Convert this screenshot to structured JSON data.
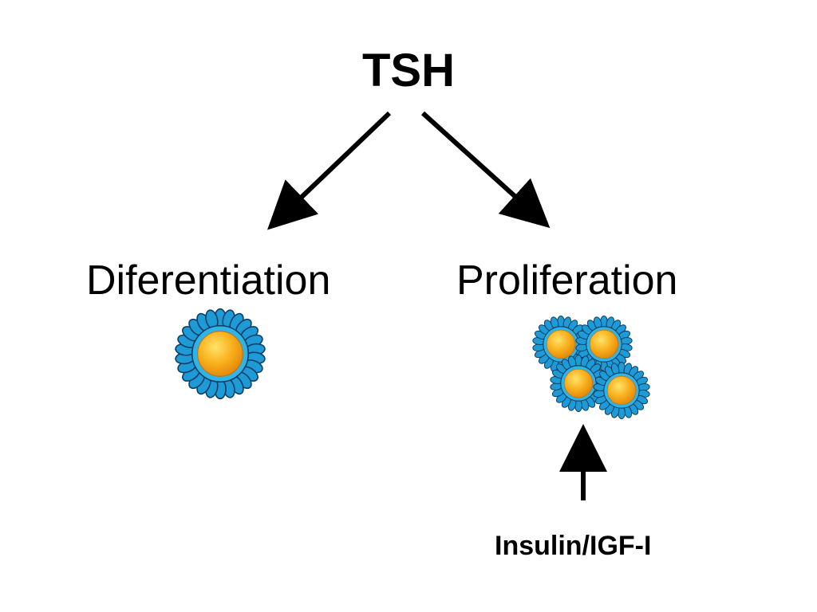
{
  "diagram": {
    "top_label": "TSH",
    "left_label": "Diferentiation",
    "right_label": "Proliferation",
    "bottom_label": "Insulin/IGF-I"
  },
  "colors": {
    "text": "#000000",
    "arrow": "#000000",
    "cell_petal": "#1e9ad6",
    "cell_petal_outline": "#0d3f66",
    "cell_nucleus": "#f7a51a",
    "cell_nucleus_highlight": "#ffd84a"
  },
  "icons": {
    "single_cell": "cell-icon",
    "cell_cluster": "cell-cluster-icon"
  }
}
